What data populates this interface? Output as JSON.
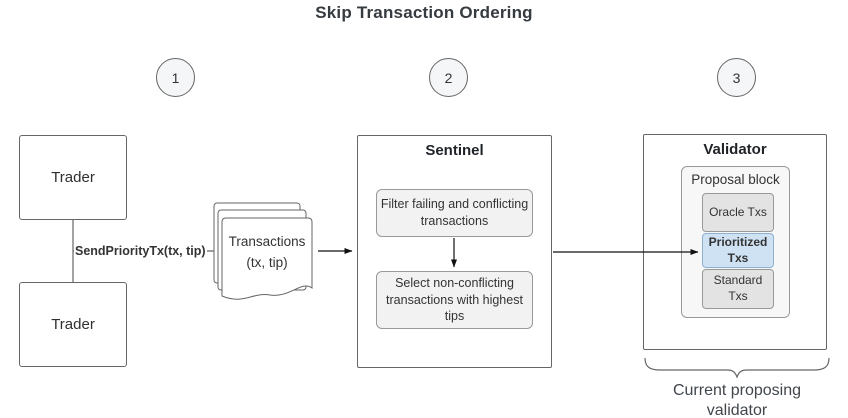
{
  "title": "Skip Transaction Ordering",
  "steps": [
    {
      "label": "1"
    },
    {
      "label": "2"
    },
    {
      "label": "3"
    }
  ],
  "traders": {
    "top": "Trader",
    "bottom": "Trader"
  },
  "edge_label": "SendPriorityTx(tx, tip)",
  "documents": {
    "line1": "Transactions",
    "line2": "(tx, tip)"
  },
  "sentinel": {
    "title": "Sentinel",
    "steps": [
      "Filter failing and conflicting transactions",
      "Select non-conflicting transactions with highest tips"
    ]
  },
  "validator": {
    "title": "Validator",
    "proposal_block": {
      "label": "Proposal block",
      "blocks": [
        {
          "label": "Oracle Txs",
          "style": "gray"
        },
        {
          "label": "Prioritized Txs",
          "style": "blue"
        },
        {
          "label": "Standard Txs",
          "style": "gray"
        }
      ]
    },
    "caption": "Current proposing validator"
  },
  "colors": {
    "prioritized_fill": "#cfe2f3",
    "block_gray_fill": "#e3e3e3",
    "process_fill": "#f2f2f2",
    "border_dark": "#666666",
    "border_light": "#999999",
    "text": "#333333"
  }
}
